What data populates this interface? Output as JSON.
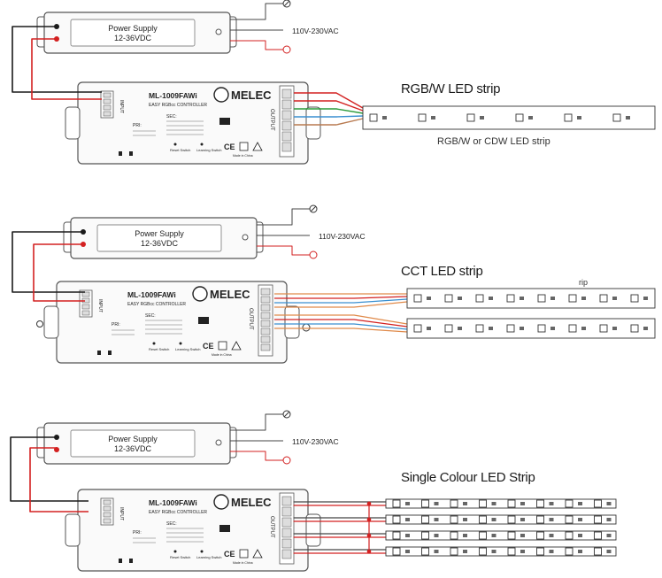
{
  "diagrams": [
    {
      "psu_title": "Power Supply",
      "psu_voltage": "12-36VDC",
      "mains": "110V-230VAC",
      "model": "ML-1009FAWi",
      "subtitle": "EASY RGBcc CONTROLLER",
      "brand": "MELEC",
      "strip_title": "RGB/W LED strip",
      "strip_caption": "RGB/W or CDW LED strip"
    },
    {
      "psu_title": "Power Supply",
      "psu_voltage": "12-36VDC",
      "mains": "110V-230VAC",
      "model": "ML-1009FAWi",
      "subtitle": "EASY RGBcc CONTROLLER",
      "brand": "MELEC",
      "strip_title": "CCT LED strip",
      "strip_caption": "rip"
    },
    {
      "psu_title": "Power Supply",
      "psu_voltage": "12-36VDC",
      "mains": "110V-230VAC",
      "model": "ML-1009FAWi",
      "subtitle": "EASY RGBcc CONTROLLER",
      "brand": "MELEC",
      "strip_title": "Single Colour LED Strip",
      "strip_caption": ""
    }
  ],
  "controller_labels": {
    "output": "OUTPUT",
    "input": "INPUT",
    "sec": "SEC:",
    "pri": "PRI:",
    "reset": "Reset Switch",
    "learning": "Learning Switch",
    "ce": "CE",
    "made_in": "Made in China"
  },
  "colors": {
    "wire_red": "#d32020",
    "wire_black": "#1a1a1a",
    "wire_green": "#2a9a3a",
    "wire_blue": "#3a8fd0",
    "wire_orange": "#e08a4a",
    "wire_brown": "#b87a50",
    "box_stroke": "#555555"
  }
}
